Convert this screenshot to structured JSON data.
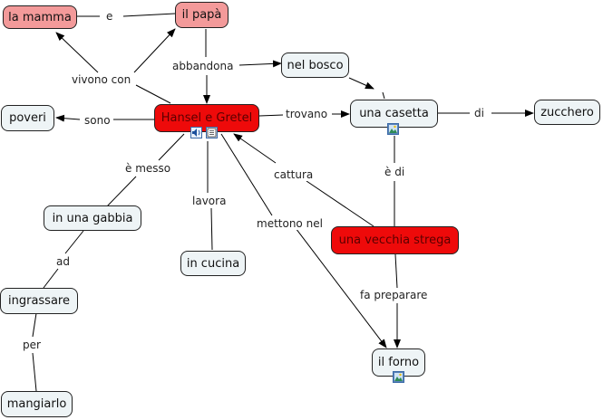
{
  "nodes": {
    "la_mamma": "la mamma",
    "il_papa": "il papà",
    "hansel_gretel": "Hansel e Gretel",
    "nel_bosco": "nel bosco",
    "una_casetta": "una casetta",
    "zucchero": "zucchero",
    "poveri": "poveri",
    "in_una_gabbia": "in una gabbia",
    "in_cucina": "in cucina",
    "una_vecchia_strega": "una vecchia strega",
    "ingrassare": "ingrassare",
    "il_forno": "il forno",
    "mangiarlo": "mangiarlo"
  },
  "links": {
    "e": "e",
    "vivono_con": "vivono  con",
    "abbandona": "abbandona",
    "sono": "sono",
    "trovano": "trovano",
    "di": "di",
    "e_di": "è di",
    "cattura": "cattura",
    "e_messo": "è messo",
    "lavora": "lavora",
    "mettono_nel": "mettono nel",
    "ad": "ad",
    "fa_preparare": "fa preparare",
    "per": "per"
  },
  "colors": {
    "pink_concept": "#f39a9a",
    "red_concept": "#ee0a0a",
    "pale_concept": "#eef4f6",
    "line": "#000000"
  },
  "icons": [
    "speaker-icon",
    "note-icon",
    "image-icon"
  ]
}
